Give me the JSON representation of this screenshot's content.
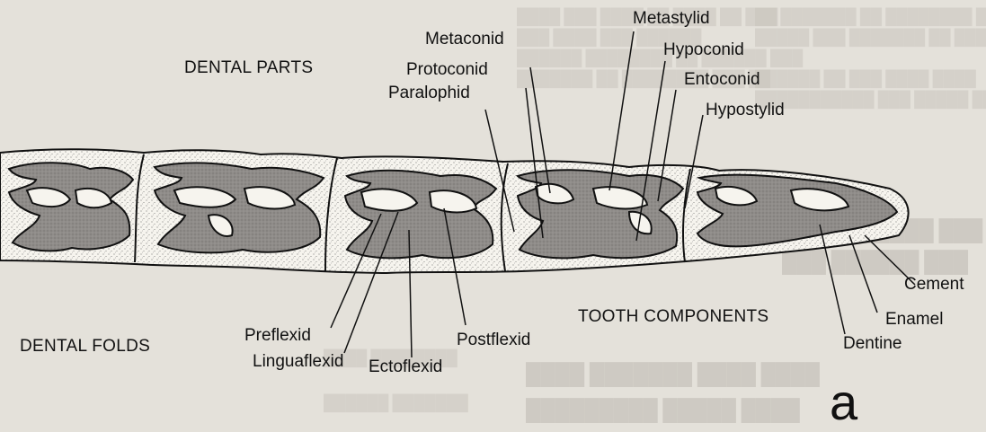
{
  "figure": {
    "panel_letter": "a",
    "headings": {
      "dental_parts": "DENTAL PARTS",
      "dental_folds": "DENTAL FOLDS",
      "tooth_components": "TOOTH COMPONENTS"
    },
    "dental_part_labels": {
      "metaconid": "Metaconid",
      "protoconid": "Protoconid",
      "paralophid": "Paralophid",
      "metastylid": "Metastylid",
      "hypoconid": "Hypoconid",
      "entoconid": "Entoconid",
      "hypostylid": "Hypostylid"
    },
    "fold_labels": {
      "preflexid": "Preflexid",
      "linguaflexid": "Linguaflexid",
      "ectoflexid": "Ectoflexid",
      "postflexid": "Postflexid"
    },
    "component_labels": {
      "cement": "Cement",
      "enamel": "Enamel",
      "dentine": "Dentine"
    }
  },
  "colors": {
    "paper": "#e4e1da",
    "ink": "#111111",
    "cement_fill": "#f6f4ee",
    "dentine_fill": "#8f8c89"
  }
}
